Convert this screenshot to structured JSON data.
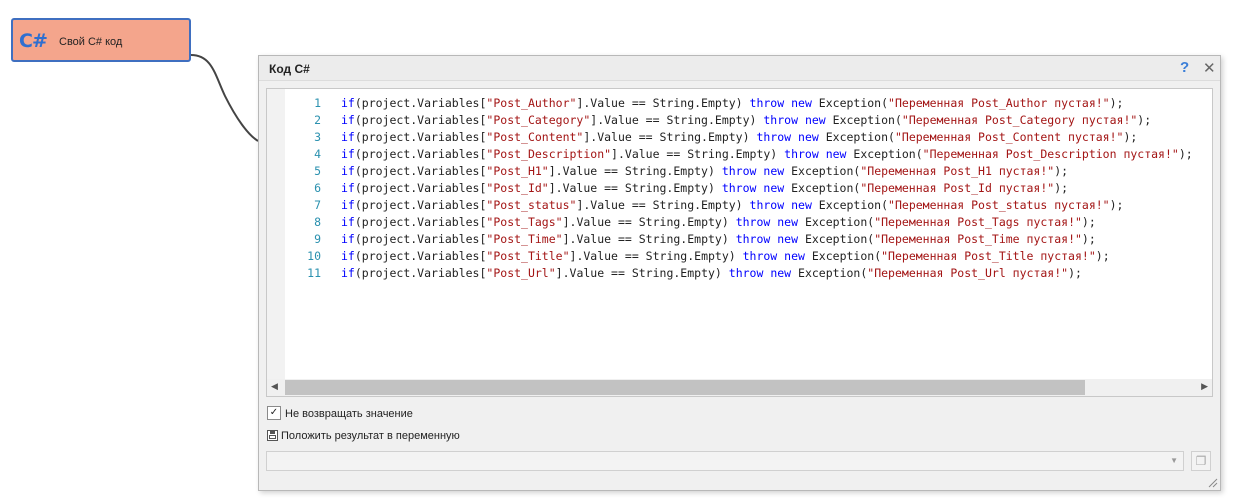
{
  "node": {
    "icon": "C#",
    "label": "Свой C# код"
  },
  "dialog": {
    "title": "Код C#",
    "help": "?",
    "close": "✕",
    "code_lines": [
      {
        "n": "1",
        "field": "\"Post_Author\"",
        "msg": "\"Переменная Post_Author пустая!\""
      },
      {
        "n": "2",
        "field": "\"Post_Category\"",
        "msg": "\"Переменная Post_Category пустая!\""
      },
      {
        "n": "3",
        "field": "\"Post_Content\"",
        "msg": "\"Переменная Post_Content пустая!\""
      },
      {
        "n": "4",
        "field": "\"Post_Description\"",
        "msg": "\"Переменная Post_Description пустая!\""
      },
      {
        "n": "5",
        "field": "\"Post_H1\"",
        "msg": "\"Переменная Post_H1 пустая!\""
      },
      {
        "n": "6",
        "field": "\"Post_Id\"",
        "msg": "\"Переменная Post_Id пустая!\""
      },
      {
        "n": "7",
        "field": "\"Post_status\"",
        "msg": "\"Переменная Post_status пустая!\""
      },
      {
        "n": "8",
        "field": "\"Post_Tags\"",
        "msg": "\"Переменная Post_Tags пустая!\""
      },
      {
        "n": "9",
        "field": "\"Post_Time\"",
        "msg": "\"Переменная Post_Time пустая!\""
      },
      {
        "n": "10",
        "field": "\"Post_Title\"",
        "msg": "\"Переменная Post_Title пустая!\""
      },
      {
        "n": "11",
        "field": "\"Post_Url\"",
        "msg": "\"Переменная Post_Url пустая!\""
      }
    ],
    "code_tokens": {
      "kw_if": "if",
      "prefix": "(project.Variables[",
      "middle": "].Value == String.Empty) ",
      "kw_throw": "throw",
      "kw_new": "new",
      "exception": " Exception(",
      "suffix": ");"
    },
    "options": {
      "no_return_label": "Не возвращать значение",
      "no_return_checked": true,
      "save_result_label": "Положить результат в переменную"
    },
    "result_variable_value": ""
  }
}
